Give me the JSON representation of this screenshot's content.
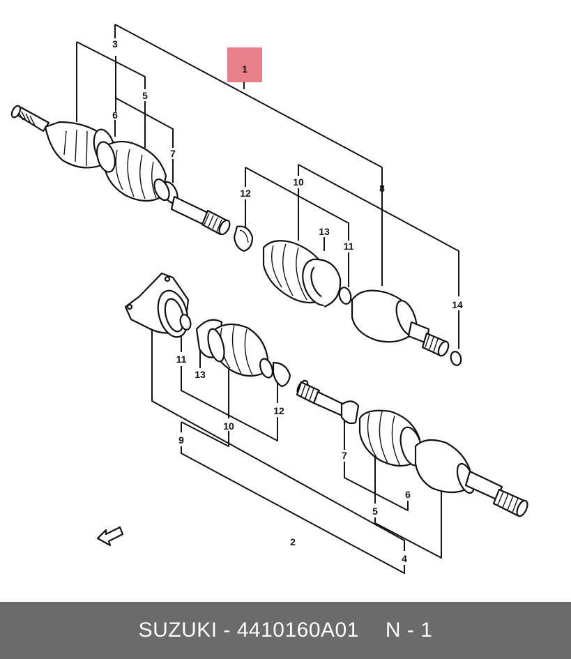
{
  "callouts": {
    "c1": "1",
    "c2": "2",
    "c3": "3",
    "c4": "4",
    "c5a": "5",
    "c5b": "5",
    "c6a": "6",
    "c6b": "6",
    "c7a": "7",
    "c7b": "7",
    "c8": "8",
    "c9": "9",
    "c10a": "10",
    "c10b": "10",
    "c11a": "11",
    "c11b": "11",
    "c12a": "12",
    "c12b": "12",
    "c13a": "13",
    "c13b": "13",
    "c14": "14"
  },
  "highlight_color": "#e8808a",
  "footer": {
    "brand_part": "SUZUKI - 4410160A01",
    "qty": "N - 1"
  }
}
